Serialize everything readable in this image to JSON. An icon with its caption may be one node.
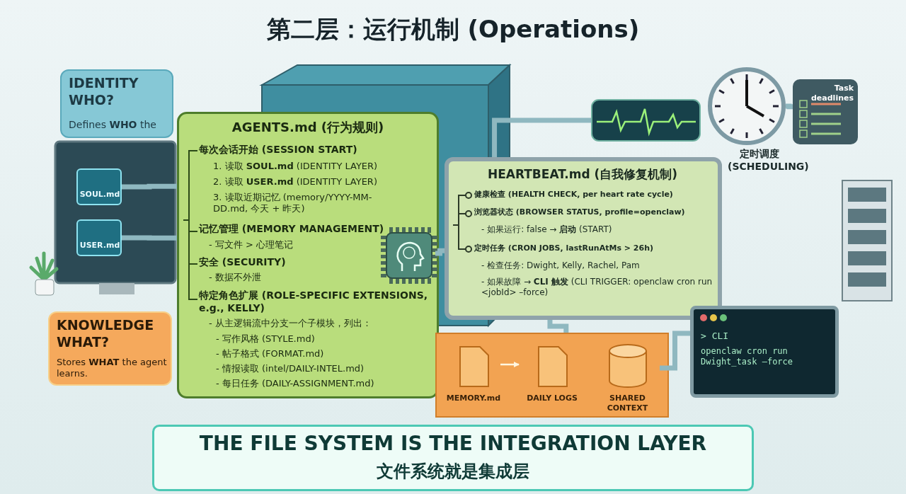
{
  "diagram": {
    "title": "第二层：运行机制 (Operations)",
    "nodes": [
      {
        "text": [
          "IDENTITY WHO?",
          "Defines **WHO** the"
        ]
      },
      {
        "text": [
          "SOUL.md"
        ]
      },
      {
        "text": [
          "USER.md"
        ]
      },
      {
        "text": [
          "AGENTS.md (行为规则)",
          "每次会话开始 (SESSION START)",
          "1. 读取 **SOUL.md** (IDENTITY LAYER)",
          "2. 读取 **USER.md** (IDENTITY LAYER)",
          "3. 读取近期记忆 (memory/YYYY-MM-DD.md, 今天 + 昨天)",
          "记忆管理 (MEMORY MANAGEMENT)",
          "- 写文件 > 心理笔记",
          "安全 (SECURITY)",
          "- 数据不外泄",
          "特定角色扩展 (ROLE-SPECIFIC EXTENSIONS, e.g., KELLY)",
          "- 从主逻辑流中分支一个子模块，列出：",
          "- 写作风格 (STYLE.md)",
          "- 帖子格式 (FORMAT.md)",
          "- 情报读取 (intel/DAILY-INTEL.md)",
          "- 每日任务 (DAILY-ASSIGNMENT.md)"
        ]
      },
      {
        "text": [],
        "shape": "picture",
        "in": 3
      },
      {
        "text": [
          "KNOWLEDGE WHAT?",
          "Stores **WHAT** the agent learns."
        ]
      },
      {
        "text": [
          "HEARTBEAT.md (自我修复机制)",
          "健康检查 (HEALTH CHECK, per heart rate cycle)",
          "浏览器状态 (BROWSER STATUS, profile=openclaw)",
          "- 如果运行: false → **启动** (START)",
          "定时任务 (CRON JOBS, lastRunAtMs > 26h)",
          "- 检查任务: Dwight, Kelly, Rachel, Pam",
          "- 如果故障 → **CLI 触发** (CLI TRIGGER: openclaw cron run <jobId> –force)"
        ]
      },
      {
        "text": [],
        "shape": "picture"
      },
      {
        "text": [],
        "shape": "picture",
        "beside": [
          "定时调度 (SCHEDULING)"
        ]
      },
      {
        "text": [
          "Task deadlines"
        ]
      },
      {
        "text": [],
        "shape": "box"
      },
      {
        "text": [
          "MEMORY.md"
        ],
        "in": 10
      },
      {
        "text": [
          "DAILY LOGS"
        ],
        "in": 10
      },
      {
        "text": [
          "SHARED CONTEXT"
        ],
        "in": 10
      },
      {
        "text": [
          "> CLI",
          "openclaw cron run Dwight_task –force"
        ]
      },
      {
        "text": [
          "THE FILE SYSTEM IS THE INTEGRATION LAYER",
          "文件系统就是集成层"
        ]
      }
    ],
    "edges": [
      {
        "from": 1,
        "to": 3,
        "arrow": "none"
      },
      {
        "from": 2,
        "to": 3,
        "arrow": "none"
      },
      {
        "from": 4,
        "to": 6,
        "arrow": "none"
      },
      {
        "from": 6,
        "to": 7,
        "arrow": "none"
      },
      {
        "from": 6,
        "to": 10,
        "arrow": "none"
      },
      {
        "from": 11,
        "to": 12,
        "arrow": "to",
        "color": "#fff6e0"
      },
      {
        "from": 13,
        "to": 14,
        "arrow": "none"
      },
      {
        "from": 8,
        "to": 9,
        "arrow": "none"
      }
    ]
  }
}
